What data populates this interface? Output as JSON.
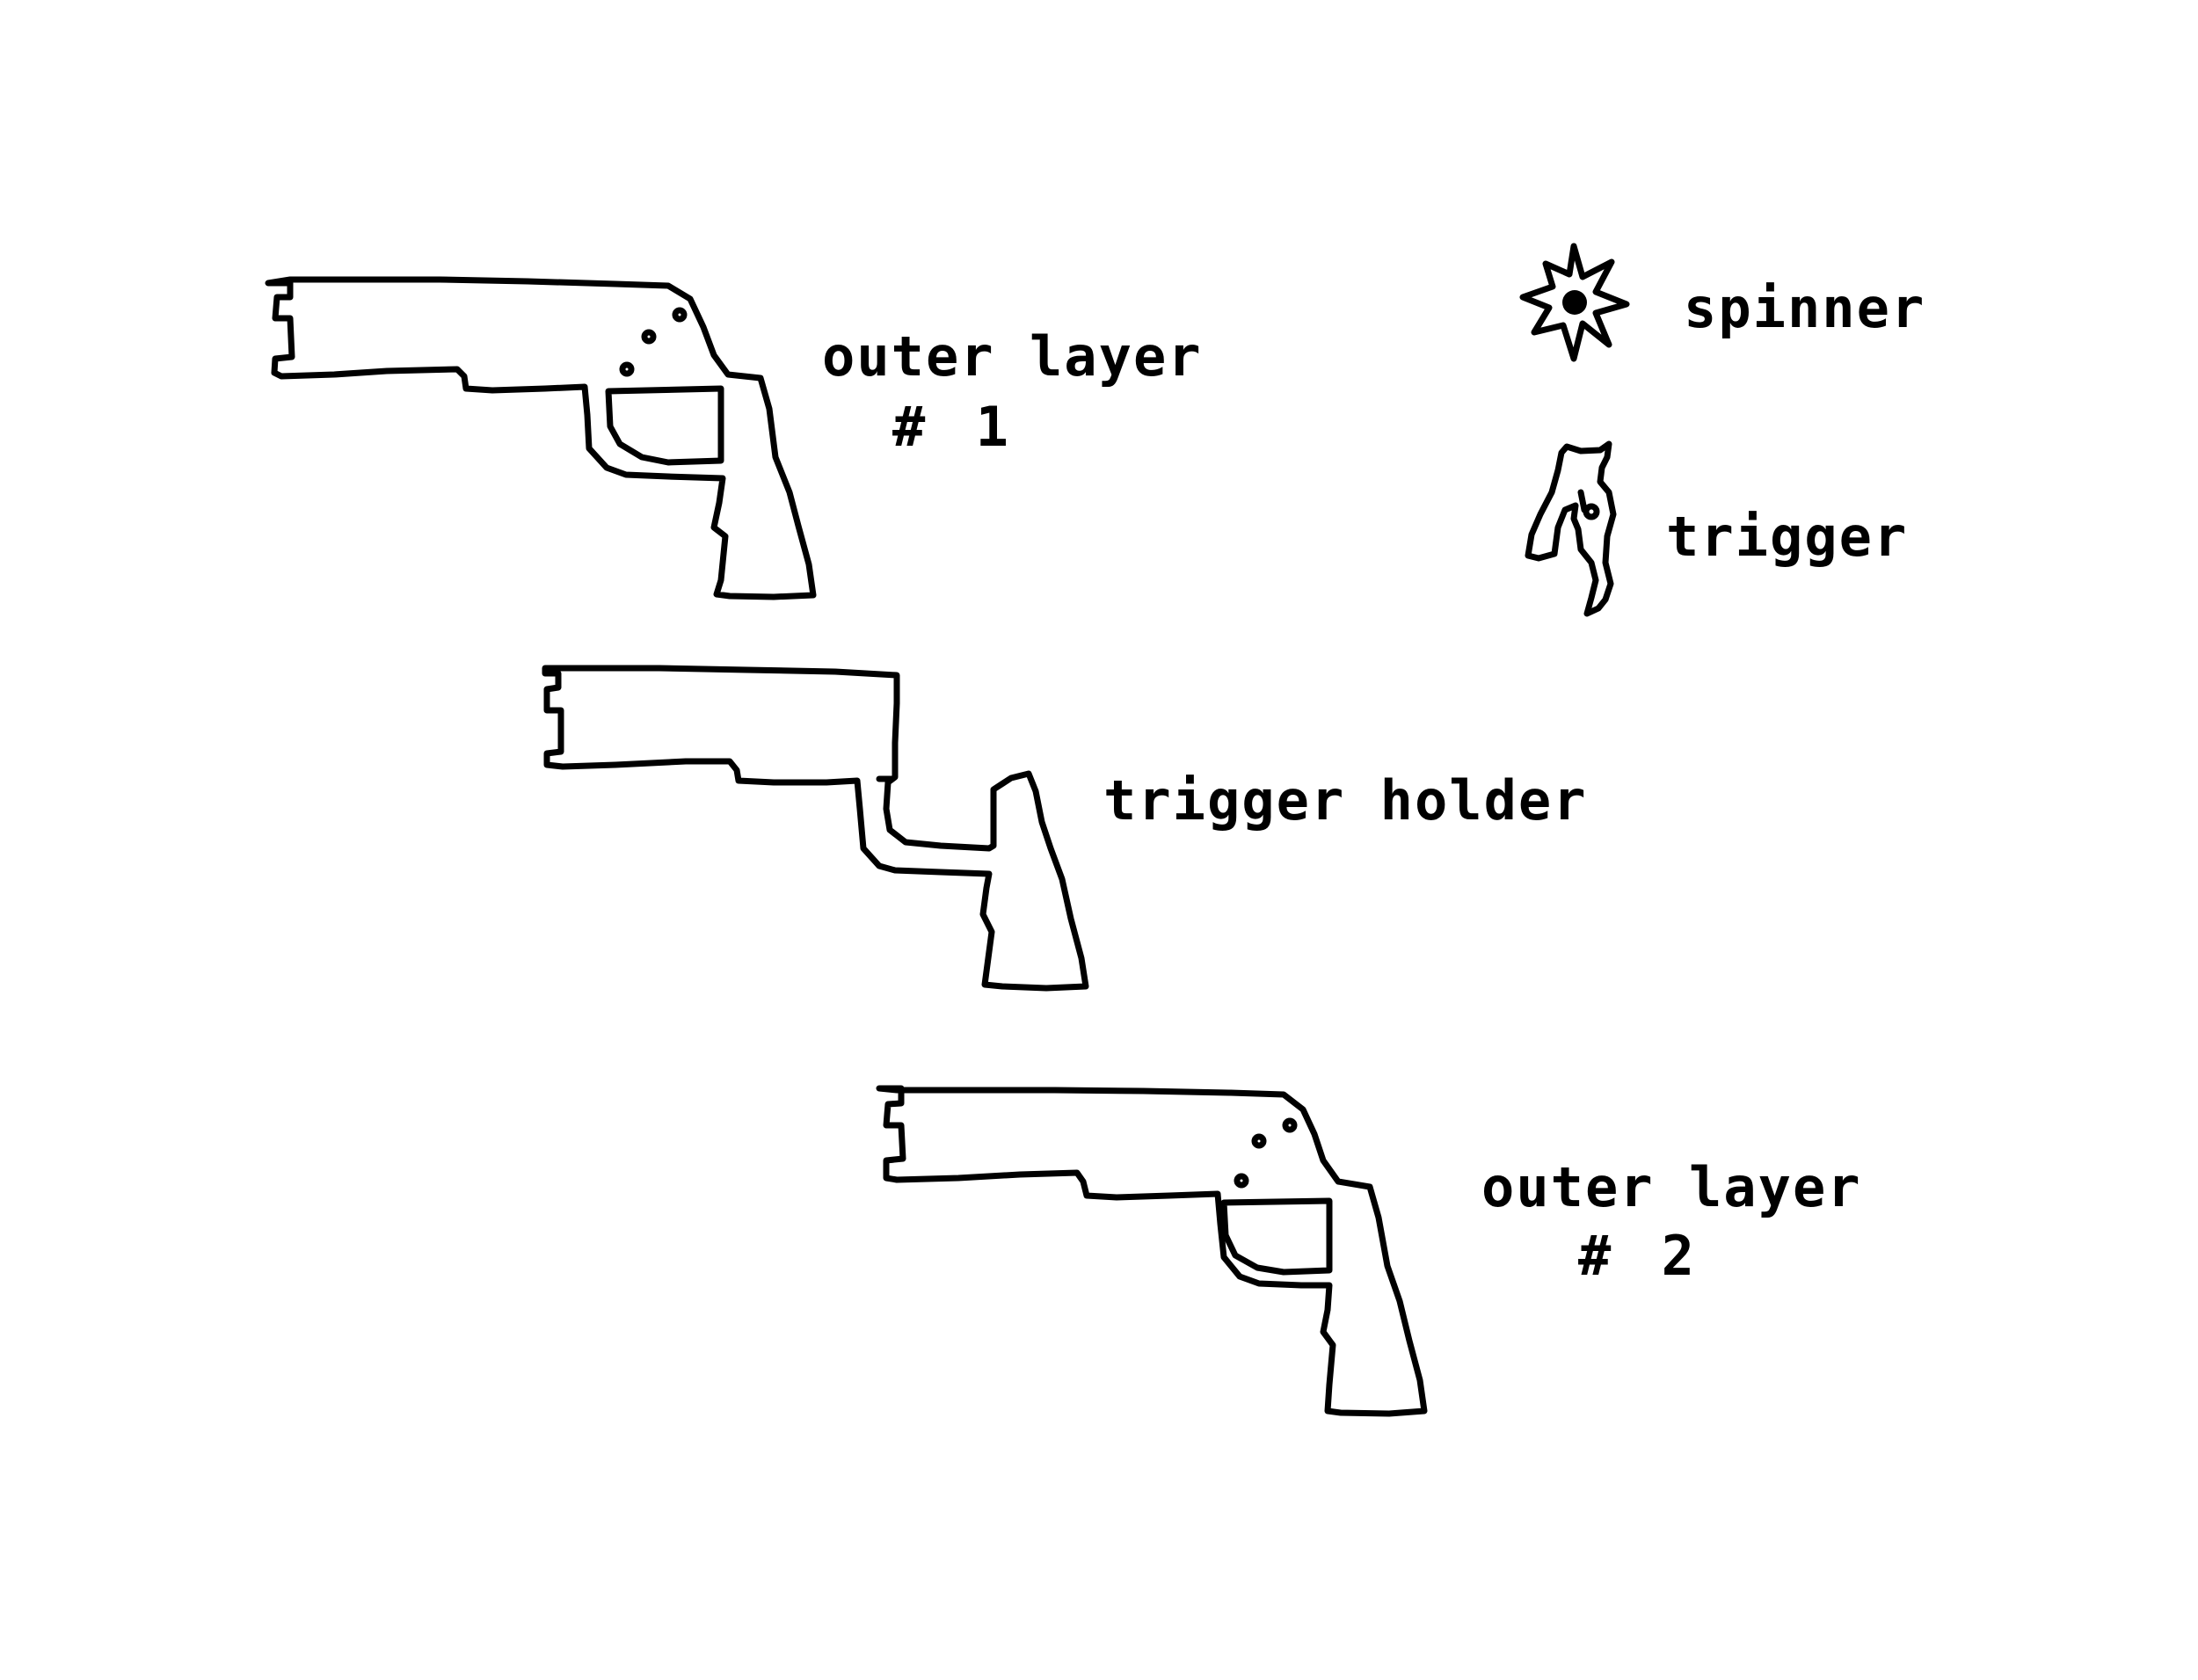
{
  "labels": {
    "outer_layer_1": {
      "line1": "outer layer",
      "line2": "# 1"
    },
    "trigger_holder": "trigger holder",
    "outer_layer_2": {
      "line1": "outer layer",
      "line2": "# 2"
    },
    "spinner": "spinner",
    "trigger": "trigger"
  },
  "colors": {
    "ink": "#000000",
    "paper": "#ffffff"
  }
}
